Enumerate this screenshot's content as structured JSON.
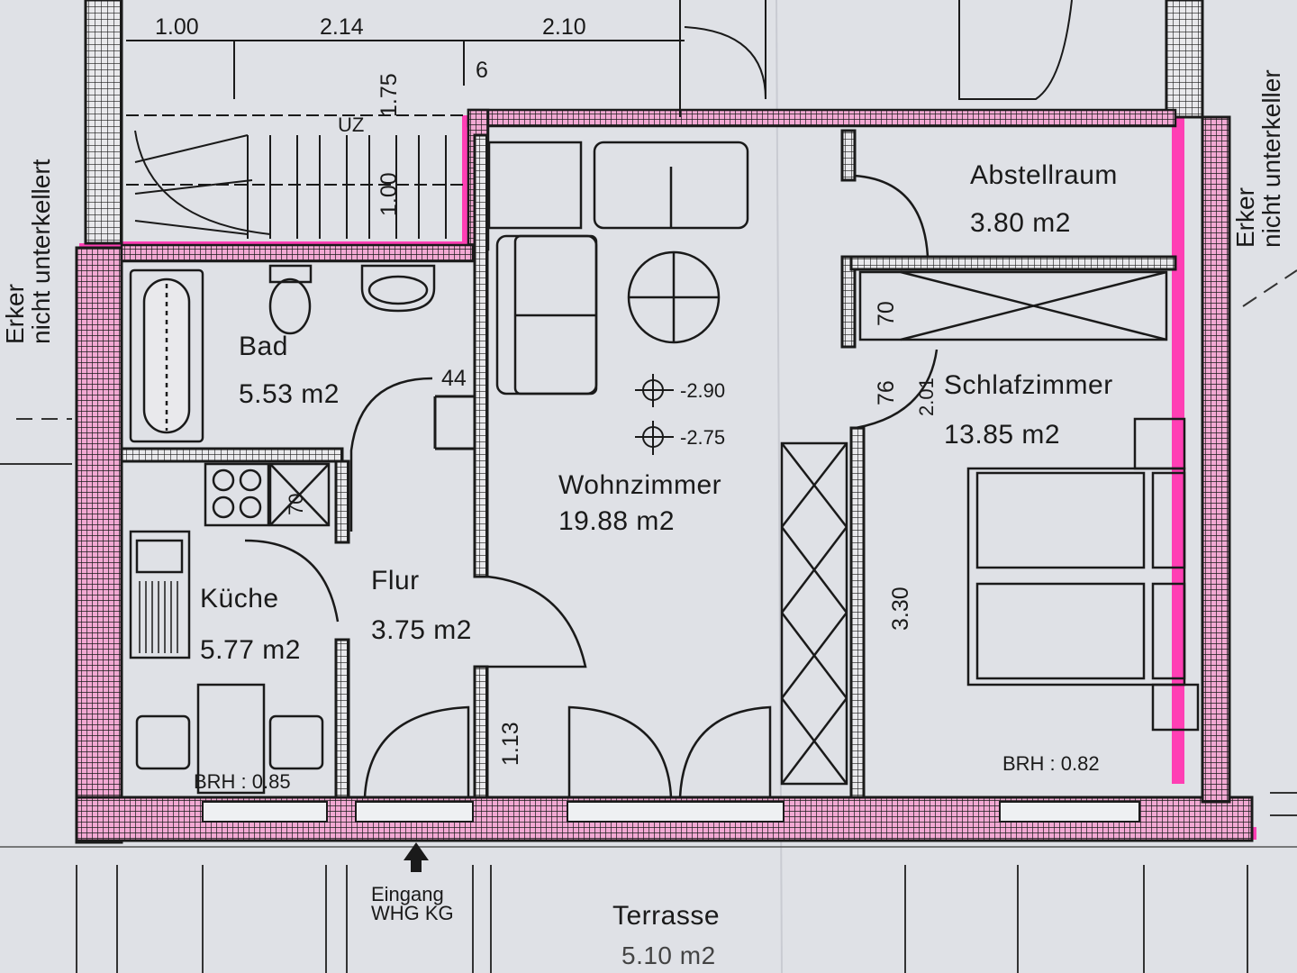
{
  "rooms": {
    "bad": {
      "name": "Bad",
      "area": "5.53 m2"
    },
    "kueche": {
      "name": "Küche",
      "area": "5.77 m2"
    },
    "flur": {
      "name": "Flur",
      "area": "3.75 m2"
    },
    "wohnzimmer": {
      "name": "Wohnzimmer",
      "area": "19.88 m2"
    },
    "abstellraum": {
      "name": "Abstellraum",
      "area": "3.80 m2"
    },
    "schlafzimmer": {
      "name": "Schlafzimmer",
      "area": "13.85 m2"
    },
    "terrasse": {
      "name": "Terrasse",
      "area": "5.10 m2"
    }
  },
  "dimensions": {
    "top_1": "1.00",
    "top_2": "2.14",
    "top_3": "2.10",
    "stair_small": "6",
    "stair_175": "1.75",
    "stair_100": "1.00",
    "bath_44": "44",
    "kitchen_70": "70",
    "abst_70": "70",
    "door_76": "76",
    "schlaf_201": "2.01",
    "schlaf_330": "3.30",
    "flur_113": "1.13",
    "stair_uz": "UZ"
  },
  "levels": {
    "l1": "-2.90",
    "l2": "-2.75"
  },
  "brh": {
    "kueche": "BRH : 0.85",
    "schlaf": "BRH : 0.82"
  },
  "side_notes": {
    "left": "Erker\nnicht unterkellert",
    "right": "Erker\nnicht unterkeller"
  },
  "entrance": {
    "line1": "Eingang",
    "line2": "WHG KG"
  },
  "colors": {
    "paper": "#dfe1e6",
    "wall": "#1a1a1a",
    "highlight": "#ff3fb4"
  }
}
